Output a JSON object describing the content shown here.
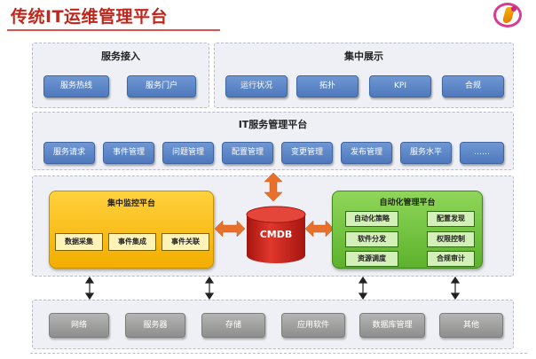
{
  "header": {
    "title": "传统IT运维管理平台"
  },
  "access": {
    "title": "服务接入",
    "items": [
      "服务热线",
      "服务门户"
    ]
  },
  "display": {
    "title": "集中展示",
    "items": [
      "运行状况",
      "拓扑",
      "KPI",
      "合规"
    ]
  },
  "itsm": {
    "title": "IT服务管理平台",
    "items": [
      "服务请求",
      "事件管理",
      "问题管理",
      "配置管理",
      "变更管理",
      "发布管理",
      "服务水平",
      "……"
    ]
  },
  "monitor": {
    "title": "集中监控平台",
    "items": [
      "数据采集",
      "事件集成",
      "事件关联"
    ]
  },
  "cmdb": {
    "label": "CMDB"
  },
  "automation": {
    "title": "自动化管理平台",
    "items": [
      "自动化策略",
      "配置发现",
      "软件分发",
      "权限控制",
      "资源调度",
      "合规审计"
    ]
  },
  "infra": {
    "items": [
      "网络",
      "服务器",
      "存储",
      "应用软件",
      "数据库管理",
      "其他"
    ]
  },
  "colors": {
    "title_red": "#c0271c",
    "button_blue": "#5a83c6",
    "monitor_yellow": "#f7bd10",
    "automation_green": "#72c23f",
    "cmdb_red": "#c9201c",
    "arrow_orange": "#e8702a",
    "infra_gray": "#a0a0a0"
  }
}
